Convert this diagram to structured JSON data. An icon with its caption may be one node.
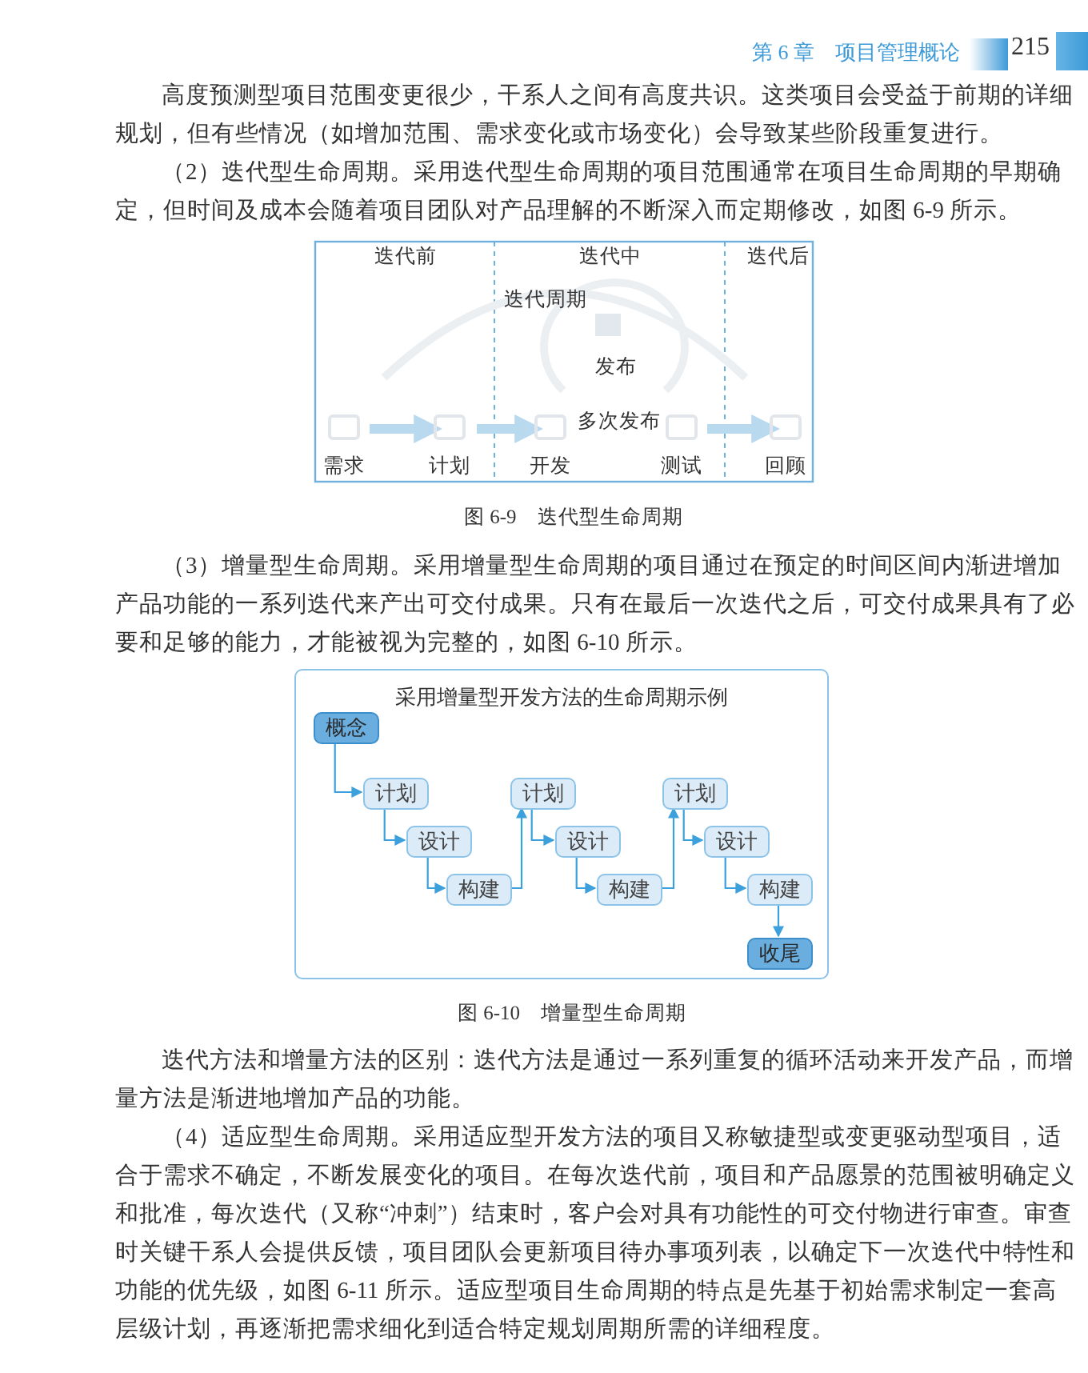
{
  "diagram": {
    "nodes": [
      {
        "text": [
          "需求"
        ]
      },
      {
        "text": [
          "计划"
        ]
      },
      {
        "text": [
          "开发"
        ]
      },
      {
        "text": [
          "测试"
        ]
      },
      {
        "text": [
          "回顾"
        ]
      },
      {
        "text": [
          "采用增量型开发方法的生命周期示例"
        ]
      },
      {
        "text": [
          "概念"
        ],
        "in": 5
      },
      {
        "text": [
          "计划"
        ],
        "in": 5
      },
      {
        "text": [
          "设计"
        ],
        "in": 5
      },
      {
        "text": [
          "构建"
        ],
        "in": 5
      },
      {
        "text": [
          "计划"
        ],
        "in": 5
      },
      {
        "text": [
          "设计"
        ],
        "in": 5
      },
      {
        "text": [
          "构建"
        ],
        "in": 5
      },
      {
        "text": [
          "计划"
        ],
        "in": 5
      },
      {
        "text": [
          "设计"
        ],
        "in": 5
      },
      {
        "text": [
          "构建"
        ],
        "in": 5
      },
      {
        "text": [
          "收尾"
        ],
        "in": 5
      }
    ],
    "edges": [
      {
        "from": 0,
        "to": 1,
        "arrow": "to",
        "style": "thick",
        "color": "#b9d9ef"
      },
      {
        "from": 1,
        "to": 2,
        "arrow": "to",
        "style": "thick",
        "color": "#b9d9ef"
      },
      {
        "from": 3,
        "to": 4,
        "arrow": "to",
        "style": "thick",
        "color": "#b9d9ef"
      },
      {
        "from": 6,
        "to": 7,
        "arrow": "to"
      },
      {
        "from": 7,
        "to": 8,
        "arrow": "to"
      },
      {
        "from": 8,
        "to": 9,
        "arrow": "to"
      },
      {
        "from": 9,
        "to": 10,
        "arrow": "to"
      },
      {
        "from": 10,
        "to": 11,
        "arrow": "to"
      },
      {
        "from": 11,
        "to": 12,
        "arrow": "to"
      },
      {
        "from": 12,
        "to": 13,
        "arrow": "to"
      },
      {
        "from": 13,
        "to": 14,
        "arrow": "to"
      },
      {
        "from": 14,
        "to": 15,
        "arrow": "to"
      },
      {
        "from": 15,
        "to": 16,
        "arrow": "to"
      }
    ],
    "labels": [
      "第 6 章　项目管理概论",
      "215",
      "高度预测型项目范围变更很少，干系人之间有高度共识。这类项目会受益于前期的详细规划，但有些情况（如增加范围、需求变化或市场变化）会导致某些阶段重复进行。",
      "（2）迭代型生命周期。采用迭代型生命周期的项目范围通常在项目生命周期的早期确定，但时间及成本会随着项目团队对产品理解的不断深入而定期修改，如图 6-9 所示。",
      "迭代前",
      "迭代中",
      "迭代后",
      "迭代周期",
      "发布",
      "多次发布",
      "图 6-9　迭代型生命周期",
      "（3）增量型生命周期。采用增量型生命周期的项目通过在预定的时间区间内渐进增加产品功能的一系列迭代来产出可交付成果。只有在最后一次迭代之后，可交付成果具有了必要和足够的能力，才能被视为完整的，如图 6-10 所示。",
      "图 6-10　增量型生命周期",
      "迭代方法和增量方法的区别：迭代方法是通过一系列重复的循环活动来开发产品，而增量方法是渐进地增加产品的功能。",
      "（4）适应型生命周期。采用适应型开发方法的项目又称敏捷型或变更驱动型项目，适合于需求不确定，不断发展变化的项目。在每次迭代前，项目和产品愿景的范围被明确定义和批准，每次迭代（又称“冲刺”）结束时，客户会对具有功能性的可交付物进行审查。审查时关键干系人会提供反馈，项目团队会更新项目待办事项列表，以确定下一次迭代中特性和功能的优先级，如图 6-11 所示。适应型项目生命周期的特点是先基于初始需求制定一套高层级计划，再逐渐把需求细化到适合特定规划周期所需的详细程度。"
    ]
  }
}
